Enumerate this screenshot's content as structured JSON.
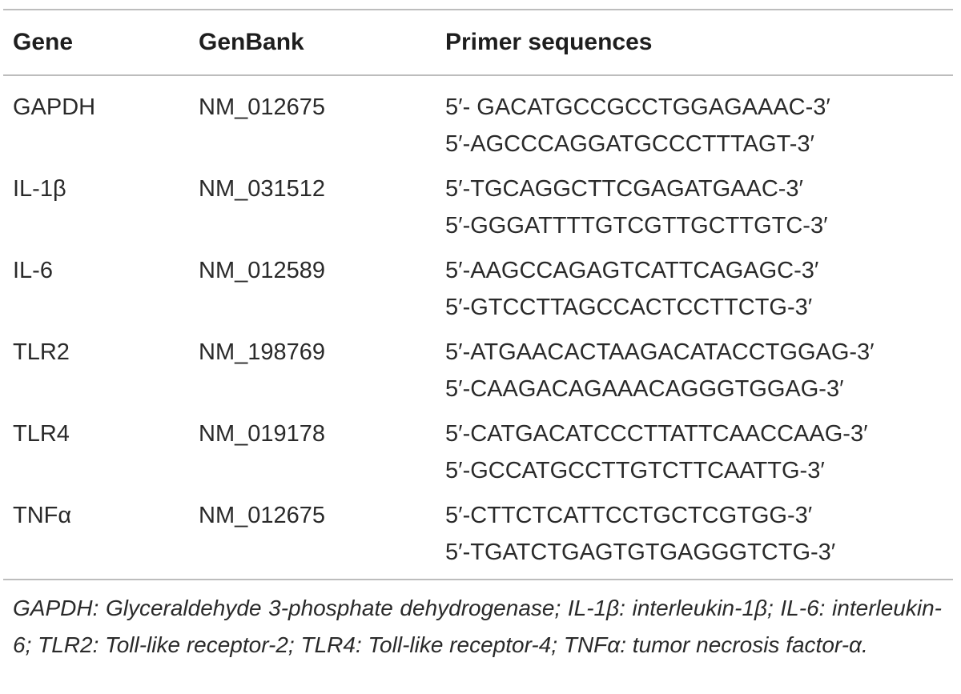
{
  "table": {
    "headers": {
      "gene": "Gene",
      "genbank": "GenBank",
      "primers": "Primer sequences"
    },
    "rows": [
      {
        "gene": "GAPDH",
        "genbank": "NM_012675",
        "forward": "5′- GACATGCCGCCTGGAGAAAC-3′",
        "reverse": "5′-AGCCCAGGATGCCCTTTAGT-3′"
      },
      {
        "gene": "IL-1β",
        "genbank": "NM_031512",
        "forward": "5′-TGCAGGCTTCGAGATGAAC-3′",
        "reverse": "5′-GGGATTTTGTCGTTGCTTGTC-3′"
      },
      {
        "gene": "IL-6",
        "genbank": "NM_012589",
        "forward": "5′-AAGCCAGAGTCATTCAGAGC-3′",
        "reverse": "5′-GTCCTTAGCCACTCCTTCTG-3′"
      },
      {
        "gene": "TLR2",
        "genbank": "NM_198769",
        "forward": "5′-ATGAACACTAAGACATACCTGGAG-3′",
        "reverse": "5′-CAAGACAGAAACAGGGTGGAG-3′"
      },
      {
        "gene": "TLR4",
        "genbank": "NM_019178",
        "forward": "5′-CATGACATCCCTTATTCAACCAAG-3′",
        "reverse": "5′-GCCATGCCTTGTCTTCAATTG-3′"
      },
      {
        "gene": "TNFα",
        "genbank": "NM_012675",
        "forward": "5′-CTTCTCATTCCTGCTCGTGG-3′",
        "reverse": "5′-TGATCTGAGTGTGAGGGTCTG-3′"
      }
    ],
    "footnote": "GAPDH: Glyceraldehyde 3-phosphate dehydrogenase; IL-1β: interleukin-1β; IL-6: interleukin-6; TLR2: Toll-like receptor-2; TLR4: Toll-like receptor-4; TNFα: tumor necrosis factor-α."
  }
}
